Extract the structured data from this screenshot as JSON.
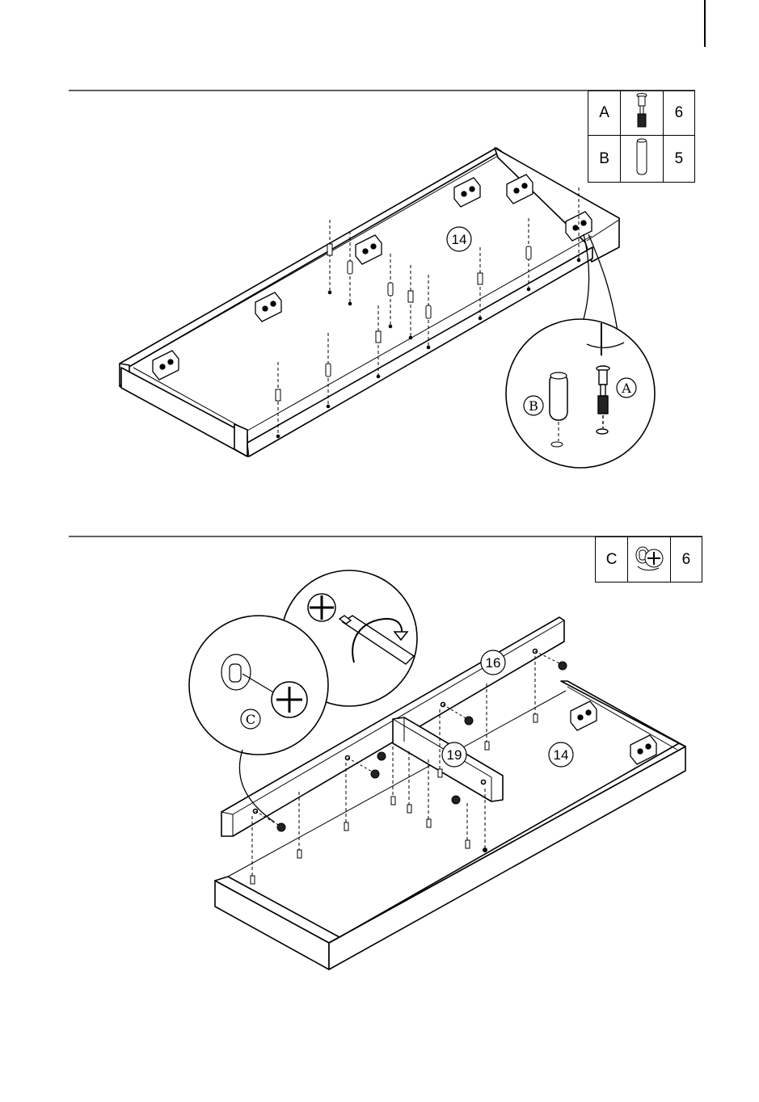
{
  "step1": {
    "parts": [
      {
        "letter": "A",
        "qty": "6",
        "icon": "cam-bolt-icon"
      },
      {
        "letter": "B",
        "qty": "5",
        "icon": "wooden-dowel-icon"
      }
    ],
    "panel_label": "14",
    "detail_labels": {
      "a": "A",
      "b": "B"
    }
  },
  "step2": {
    "parts": [
      {
        "letter": "C",
        "qty": "6",
        "icon": "cam-lock-icon"
      }
    ],
    "panel_labels": {
      "back_panel": "14",
      "top_rail": "16",
      "middle_rail": "19"
    },
    "detail_label": "C"
  }
}
